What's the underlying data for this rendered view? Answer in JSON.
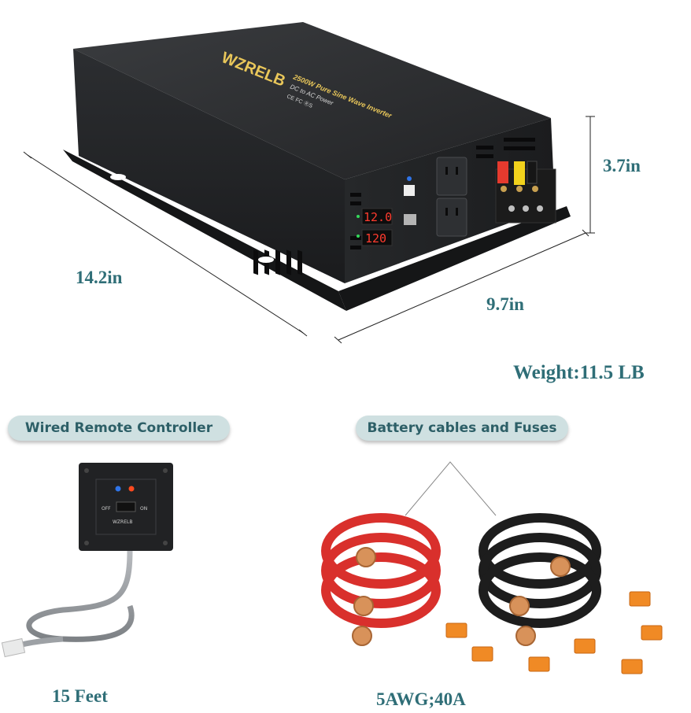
{
  "product": {
    "brand": "WZRELB",
    "model_line": "2500W Pure Sine Wave Inverter",
    "subtitle": "DC to AC Power",
    "cert": "CE FC ⓇS",
    "display_voltage": "12.0",
    "display_voltage_2": "120"
  },
  "dimensions": {
    "length": "14.2in",
    "width": "9.7in",
    "height": "3.7in",
    "weight": "Weight:11.5 LB"
  },
  "remote": {
    "label": "Wired Remote Controller",
    "length": "15 Feet",
    "off_label": "OFF",
    "on_label": "ON",
    "brand": "WZRELB"
  },
  "cables": {
    "label": "Battery cables and Fuses",
    "spec": "5AWG;40A"
  },
  "colors": {
    "accent_text": "#2f6e77",
    "pill_bg": "#cfe0e1",
    "inverter_body": "#2a2c2e",
    "red_cable": "#d9302c",
    "black_cable": "#1d1d1d",
    "fuse": "#f08a25"
  }
}
